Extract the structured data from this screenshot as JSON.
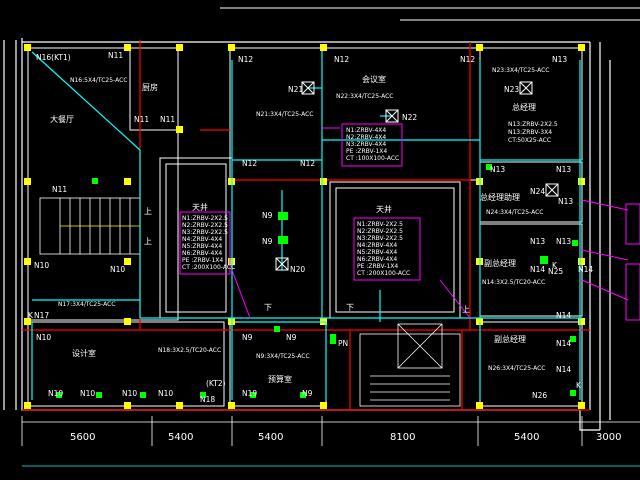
{
  "rooms": {
    "big_restaurant": "大餐厅",
    "kitchen": "厨房",
    "meeting_room": "会议室",
    "general_manager": "总经理",
    "gm_assistant": "总经理助理",
    "deputy_gm_1": "副总经理",
    "deputy_gm_2": "副总经理",
    "patio_left": "天井",
    "patio_right": "天井",
    "design_room": "设计室",
    "budget_room": "预算室"
  },
  "nodes": {
    "n16": "N16(KT1)",
    "n11": "N11",
    "n12": "N12",
    "n13": "N13",
    "n10": "N10",
    "n17": "N17",
    "n9": "N9",
    "n19": "N19",
    "n20": "N20",
    "n21": "N21",
    "n22": "N22",
    "n23": "N23",
    "n24": "N24",
    "n25": "N25",
    "n26": "N26",
    "n14": "N14",
    "n18": "N18",
    "kt2": "(KT2)",
    "pn": "PN",
    "k": "K"
  },
  "cable_labels": {
    "kitchen_feed": "N16:5X4/TC25-ACC",
    "n21_feed": "N21:3X4/TC25-ACC",
    "n22_feed": "N22:3X4/TC25-ACC",
    "n23_feed": "N23:3X4/TC25-ACC",
    "n13_feed_1": "N13:ZRBV-2X2.5",
    "n13_feed_2": "N13:ZRBV-3X4",
    "n13_conduit": "CT:50X25-ACC",
    "n24_feed": "N24:3X4/TC25-ACC",
    "n14_feed": "N14:3X2.5/TC20-ACC",
    "n17_feed": "N17:3X4/TC25-ACC",
    "n18_feed": "N18:3X2.5/TC20-ACC",
    "n9_feed": "N9:3X4/TC25-ACC",
    "n26_feed": "N26:3X4/TC25-ACC"
  },
  "box_meeting": [
    "N1:ZRBV-4X4",
    "N2:ZRBV-4X4",
    "N3:ZRBV-4X4",
    "PE :ZRBV-1X4",
    "CT :100X100-ACC"
  ],
  "box_left": [
    "N1:ZRBV-2X2.5",
    "N2:ZRBV-2X2.5",
    "N3:ZRBV-2X2.5",
    "N4:ZRBV-4X4",
    "N5:ZRBV-4X4",
    "N6:ZRBV-4X4",
    "PE :ZRBV-1X4",
    "CT :200X100-ACC"
  ],
  "box_right": [
    "N1:ZRBV-2X2.5",
    "N2:ZRBV-2X2.5",
    "N3:ZRBV-2X2.5",
    "N4:ZRBV-4X4",
    "N5:ZRBV-4X4",
    "N6:ZRBV-4X4",
    "PE :ZRBV-1X4",
    "CT :200X100-ACC"
  ],
  "stair_text": [
    "上",
    "上",
    "上",
    "下",
    "下"
  ],
  "dimensions": [
    "5600",
    "5400",
    "5400",
    "8100",
    "5400",
    "3000"
  ],
  "colors": {
    "wall": "#ffffff",
    "column": "#ffff00",
    "socket": "#00ff00",
    "cable": "#00ffff",
    "box": "#ff00ff",
    "redline": "#ff0000",
    "dim": "#00ffff"
  }
}
